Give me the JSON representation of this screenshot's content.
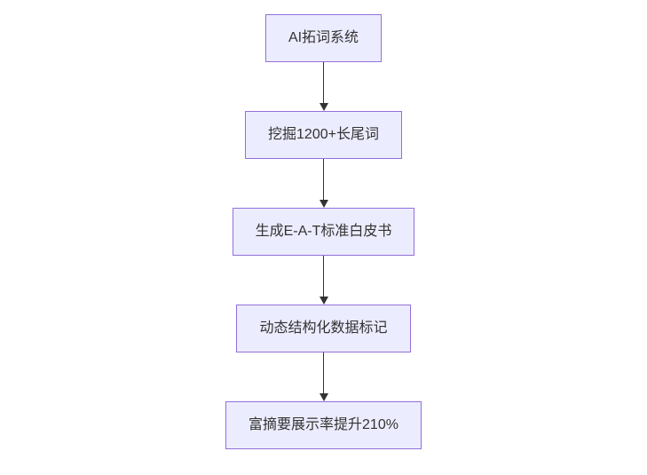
{
  "diagram": {
    "type": "flowchart",
    "direction": "top-down",
    "style": {
      "node_fill": "#ECECFF",
      "node_border": "#9370DB",
      "text_color": "#333333",
      "arrow_color": "#333333",
      "background": "#ffffff"
    },
    "nodes": [
      {
        "id": "A",
        "label": "AI拓词系统"
      },
      {
        "id": "B",
        "label": "挖掘1200+长尾词"
      },
      {
        "id": "C",
        "label": "生成E-A-T标准白皮书"
      },
      {
        "id": "D",
        "label": "动态结构化数据标记"
      },
      {
        "id": "E",
        "label": "富摘要展示率提升210%"
      }
    ],
    "edges": [
      {
        "from": "A",
        "to": "B"
      },
      {
        "from": "B",
        "to": "C"
      },
      {
        "from": "C",
        "to": "D"
      },
      {
        "from": "D",
        "to": "E"
      }
    ]
  }
}
